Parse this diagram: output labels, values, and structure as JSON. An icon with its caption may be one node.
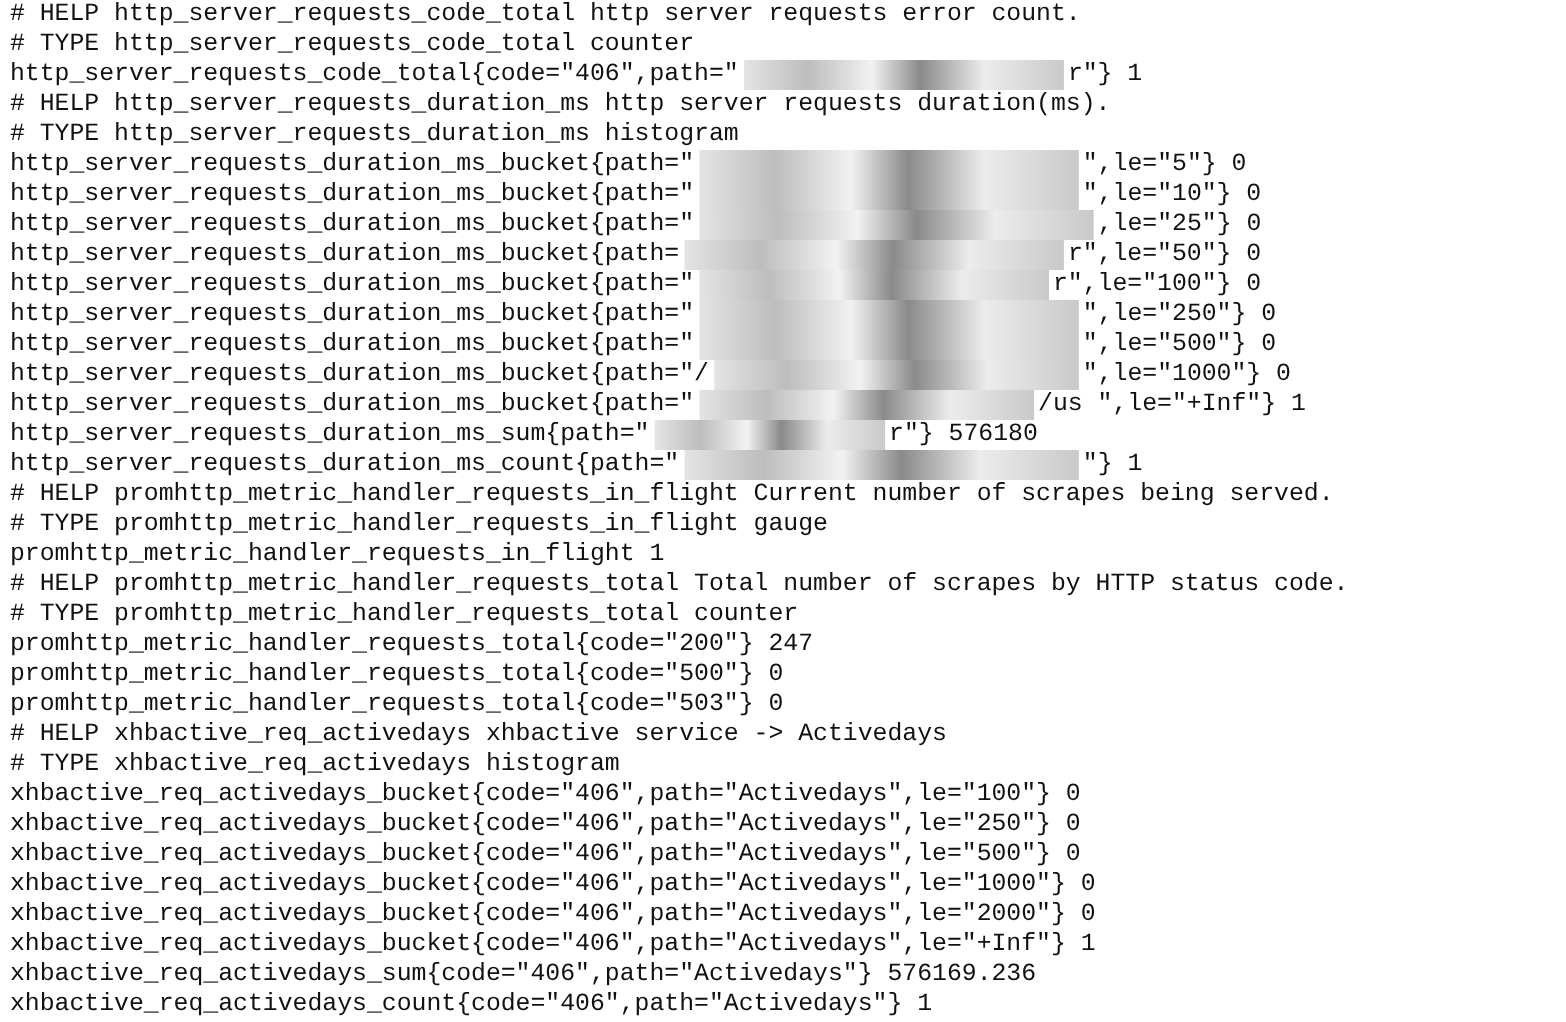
{
  "diagram": {
    "labels": [
      "# HELP http_server_requests_code_total http server requests error count.",
      "# TYPE http_server_requests_code_total counter",
      "http_server_requests_code_total{code=\"406\",path=\"",
      "r\"} 1",
      "# HELP http_server_requests_duration_ms http server requests duration(ms).",
      "# TYPE http_server_requests_duration_ms histogram",
      "http_server_requests_duration_ms_bucket{path=\"",
      "\",le=\"5\"} 0",
      "http_server_requests_duration_ms_bucket{path=\"",
      "\",le=\"10\"} 0",
      "http_server_requests_duration_ms_bucket{path=\"",
      ",le=\"25\"} 0",
      "http_server_requests_duration_ms_bucket{path=",
      "r\",le=\"50\"} 0",
      "http_server_requests_duration_ms_bucket{path=\"",
      "r\",le=\"100\"} 0",
      "http_server_requests_duration_ms_bucket{path=\"",
      "\",le=\"250\"} 0",
      "http_server_requests_duration_ms_bucket{path=\"",
      "\",le=\"500\"} 0",
      "http_server_requests_duration_ms_bucket{path=\"/",
      "\",le=\"1000\"} 0",
      "http_server_requests_duration_ms_bucket{path=\"",
      "/us \",le=\"+Inf\"} 1",
      "http_server_requests_duration_ms_sum{path=\"",
      "r\"} 576180",
      "http_server_requests_duration_ms_count{path=\"",
      "\"} 1",
      "# HELP promhttp_metric_handler_requests_in_flight Current number of scrapes being served.",
      "# TYPE promhttp_metric_handler_requests_in_flight gauge",
      "promhttp_metric_handler_requests_in_flight 1",
      "# HELP promhttp_metric_handler_requests_total Total number of scrapes by HTTP status code.",
      "# TYPE promhttp_metric_handler_requests_total counter",
      "promhttp_metric_handler_requests_total{code=\"200\"} 247",
      "promhttp_metric_handler_requests_total{code=\"500\"} 0",
      "promhttp_metric_handler_requests_total{code=\"503\"} 0",
      "# HELP xhbactive_req_activedays xhbactive service -> Activedays",
      "# TYPE xhbactive_req_activedays histogram",
      "xhbactive_req_activedays_bucket{code=\"406\",path=\"Activedays\",le=\"100\"} 0",
      "xhbactive_req_activedays_bucket{code=\"406\",path=\"Activedays\",le=\"250\"} 0",
      "xhbactive_req_activedays_bucket{code=\"406\",path=\"Activedays\",le=\"500\"} 0",
      "xhbactive_req_activedays_bucket{code=\"406\",path=\"Activedays\",le=\"1000\"} 0",
      "xhbactive_req_activedays_bucket{code=\"406\",path=\"Activedays\",le=\"2000\"} 0",
      "xhbactive_req_activedays_bucket{code=\"406\",path=\"Activedays\",le=\"+Inf\"} 1",
      "xhbactive_req_activedays_sum{code=\"406\",path=\"Activedays\"} 576169.236",
      "xhbactive_req_activedays_count{code=\"406\",path=\"Activedays\"} 1"
    ]
  }
}
